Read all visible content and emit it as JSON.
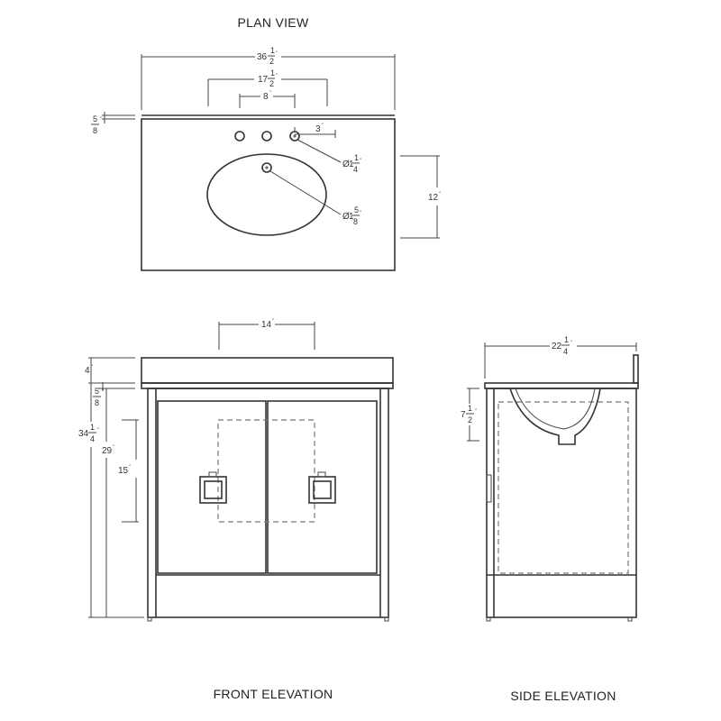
{
  "titles": {
    "plan": "PLAN VIEW",
    "front": "FRONT ELEVATION",
    "side": "SIDE ELEVATION"
  },
  "dims": {
    "overall_width": {
      "whole": "36",
      "num": "1",
      "den": "2",
      "mark": "\""
    },
    "inner_width": {
      "whole": "17",
      "num": "1",
      "den": "2",
      "mark": "\""
    },
    "faucet_spread": {
      "whole": "8",
      "mark": "\""
    },
    "top_thick_plan": {
      "num": "5",
      "den": "8",
      "mark": "\""
    },
    "hole_offset": {
      "whole": "3",
      "mark": "\""
    },
    "faucet_hole": {
      "prefix": "Ø",
      "whole": "1",
      "num": "1",
      "den": "4",
      "mark": "\""
    },
    "drain_hole": {
      "prefix": "Ø",
      "whole": "1",
      "num": "5",
      "den": "8",
      "mark": "\""
    },
    "top_depth": {
      "whole": "12",
      "mark": "\""
    },
    "basin_width": {
      "whole": "14",
      "mark": "\""
    },
    "backsplash": {
      "whole": "4",
      "mark": "\""
    },
    "top_thick_front": {
      "num": "5",
      "den": "8",
      "mark": "\""
    },
    "overall_height": {
      "whole": "34",
      "num": "1",
      "den": "4",
      "mark": "\""
    },
    "cabinet_height": {
      "whole": "29",
      "mark": "\""
    },
    "drawer_height": {
      "whole": "15",
      "mark": "\""
    },
    "overall_depth": {
      "whole": "22",
      "num": "1",
      "den": "4",
      "mark": "\""
    },
    "basin_depth": {
      "whole": "7",
      "num": "1",
      "den": "2",
      "mark": "\""
    }
  }
}
